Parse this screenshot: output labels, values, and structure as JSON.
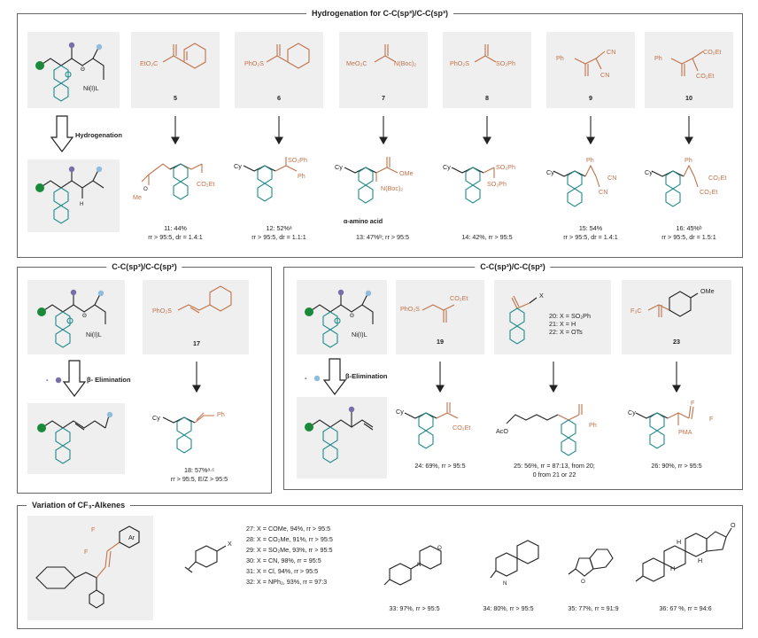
{
  "sections": {
    "top_title": "Hydrogenation for C-C(sp³)/C-C(sp³)",
    "mid_left_title": "C-C(sp³)/C-C(sp²)",
    "mid_right_title": "C-C(sp³)/C-C(sp²)",
    "bottom_title": "Variation of CF₃-Alkenes"
  },
  "reagents": {
    "ni_label": "Ni(I)L",
    "hydrogenation": "Hydrogenation",
    "beta_elim": "β- Elimination",
    "beta_elim2": "β-Elimination",
    "minus": "-"
  },
  "substrates": {
    "s5": {
      "num": "5",
      "group": "EtO₂C"
    },
    "s6": {
      "num": "6",
      "group": "PhO₂S"
    },
    "s7": {
      "num": "7",
      "group1": "MeO₂C",
      "group2": "N(Boc)₂"
    },
    "s8": {
      "num": "8",
      "group1": "PhO₂S",
      "group2": "SO₂Ph"
    },
    "s9": {
      "num": "9",
      "group1": "Ph",
      "group2": "CN",
      "group3": "CN"
    },
    "s10": {
      "num": "10",
      "group1": "Ph",
      "group2": "CO₂Et",
      "group3": "CO₂Et"
    },
    "s17": {
      "num": "17",
      "group": "PhO₂S"
    },
    "s19": {
      "num": "19",
      "group1": "PhO₂S",
      "group2": "CO₂Et"
    },
    "s20": {
      "x": "X",
      "l20": "20: X = SO₂Ph",
      "l21": "21: X = H",
      "l22": "22: X = OTs"
    },
    "s23": {
      "num": "23",
      "group1": "F₃C",
      "group2": "OMe"
    }
  },
  "products": {
    "p11": {
      "group1": "Me",
      "group2": "CO₂Et",
      "line1": "11: 44%",
      "line2": "rr > 95:5, dr = 1.4:1"
    },
    "p12": {
      "cy": "Cy",
      "group1": "SO₂Ph",
      "group2": "Ph",
      "line1": "12: 52%ᵃ",
      "line2": "rr > 95:5, dr = 1.1:1"
    },
    "p13": {
      "cy": "Cy",
      "group1": "OMe",
      "group2": "N(Boc)₂",
      "tag": "α-amino acid",
      "line1": "13: 47%ᵇ; rr > 95:5"
    },
    "p14": {
      "cy": "Cy",
      "group1": "SO₂Ph",
      "group2": "SO₂Ph",
      "line1": "14: 42%, rr > 95:5"
    },
    "p15": {
      "cy": "Cy",
      "group1": "Ph",
      "group2": "CN",
      "group3": "CN",
      "line1": "15: 54%",
      "line2": "rr > 95:5, dr = 1.4:1"
    },
    "p16": {
      "cy": "Cy",
      "group1": "Ph",
      "group2": "CO₂Et",
      "group3": "CO₂Et",
      "line1": "16: 45%ᵇ",
      "line2": "rr > 95:5, dr = 1.5:1"
    },
    "p18": {
      "cy": "Cy",
      "group1": "Ph",
      "line1": "18: 57%ᵃ·ᶜ",
      "line2": "rr > 95:5, E/Z > 95:5"
    },
    "p24": {
      "cy": "Cy",
      "group1": "CO₂Et",
      "line1": "24: 69%, rr > 95:5"
    },
    "p25": {
      "group1": "AcO",
      "group2": "Ph",
      "line1": "25: 56%, rr = 87:13, from 20;",
      "line2": "0 from 21 or 22"
    },
    "p26": {
      "cy": "Cy",
      "group1": "F",
      "group2": "F",
      "group3": "PMA",
      "line1": "26: 90%, rr > 95:5"
    }
  },
  "variation": {
    "scaffold_f1": "F",
    "scaffold_f2": "F",
    "scaffold_ar": "Ar",
    "aryl_x": "X",
    "list": [
      "27: X = COMe, 94%, rr > 95:5",
      "28: X = CO₂Me, 91%, rr > 95:5",
      "29: X = SO₂Me, 93%, rr > 95:5",
      "30: X = CN, 98%, rr = 95:5",
      "31: X = Cl, 94%, rr > 95:5",
      "32: X = NPh₂, 93%, rr = 97:3"
    ],
    "v33": "33: 97%, rr > 95:5",
    "v34": "34: 80%, rr > 95:5",
    "v35": "35: 77%, rr = 91:9",
    "v36": "36: 67 %, rr = 94:6",
    "h1": "H",
    "h2": "H",
    "h3": "H",
    "oxo": "O"
  },
  "colors": {
    "substrate": "#c0724a",
    "phenyl": "#1f8a8a",
    "dot_green": "#1a8a3a",
    "dot_purple": "#7a6ea8",
    "dot_blue": "#8fbde0",
    "panel_bg": "#efefef"
  }
}
